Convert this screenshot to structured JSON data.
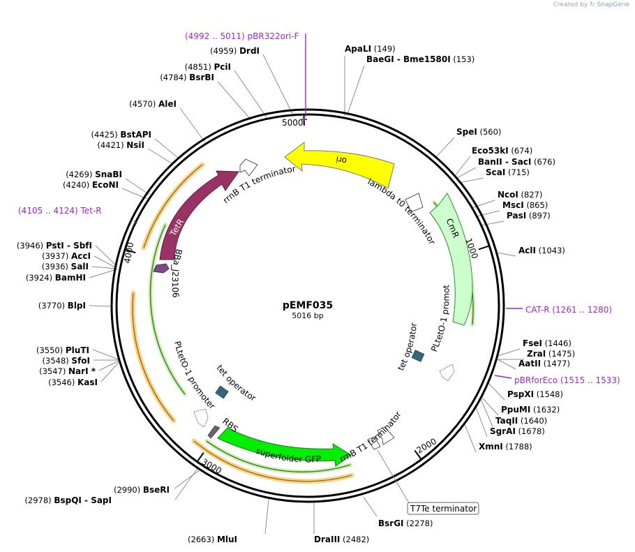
{
  "credit": {
    "prefix": "Created by",
    "brand": "SnapGene"
  },
  "plasmid": {
    "name": "pEMF035",
    "length_label": "5016 bp"
  },
  "ticks": [
    {
      "label": "1000"
    },
    {
      "label": "2000"
    },
    {
      "label": "3000"
    },
    {
      "label": "4000"
    },
    {
      "label": "5000"
    }
  ],
  "primers": [
    {
      "name": "pBR322ori-F",
      "range": "(4992 .. 5011)"
    },
    {
      "name": "Tet-R",
      "range": "(4105 .. 4124)"
    },
    {
      "name": "CAT-R",
      "range": "(1261 .. 1280)"
    },
    {
      "name": "pBRforEco",
      "range": "(1515 .. 1533)"
    }
  ],
  "sites": [
    {
      "name": "ApaLI",
      "pos": "(149)"
    },
    {
      "name": "BaeGI",
      "extra": "Bme1580I",
      "pos": "(153)"
    },
    {
      "name": "SpeI",
      "pos": "(560)"
    },
    {
      "name": "Eco53kI",
      "pos": "(674)"
    },
    {
      "name": "BanII",
      "extra": "SacI",
      "pos": "(676)"
    },
    {
      "name": "ScaI",
      "pos": "(715)"
    },
    {
      "name": "NcoI",
      "pos": "(827)"
    },
    {
      "name": "MscI",
      "pos": "(865)"
    },
    {
      "name": "PasI",
      "pos": "(897)"
    },
    {
      "name": "AclI",
      "pos": "(1043)"
    },
    {
      "name": "FseI",
      "pos": "(1446)"
    },
    {
      "name": "ZraI",
      "pos": "(1475)"
    },
    {
      "name": "AatII",
      "pos": "(1477)"
    },
    {
      "name": "PspXI",
      "pos": "(1548)"
    },
    {
      "name": "PpuMI",
      "pos": "(1632)"
    },
    {
      "name": "TaqII",
      "pos": "(1640)"
    },
    {
      "name": "SgrAI",
      "pos": "(1678)"
    },
    {
      "name": "XmnI",
      "pos": "(1788)"
    },
    {
      "name": "BsrGI",
      "pos": "(2278)"
    },
    {
      "name": "DraIII",
      "pos": "(2482)"
    },
    {
      "name": "MluI",
      "pos": "(2663)"
    },
    {
      "name": "BseRI",
      "pos": "(2990)"
    },
    {
      "name": "BspQI",
      "extra": "SapI",
      "pos": "(2978)"
    },
    {
      "name": "KasI",
      "pos": "(3546)"
    },
    {
      "name": "NarI *",
      "pos": "(3547)"
    },
    {
      "name": "SfoI",
      "pos": "(3548)"
    },
    {
      "name": "PluTI",
      "pos": "(3550)"
    },
    {
      "name": "BlpI",
      "pos": "(3770)"
    },
    {
      "name": "BamHI",
      "pos": "(3924)"
    },
    {
      "name": "SalI",
      "pos": "(3936)"
    },
    {
      "name": "AccI",
      "pos": "(3937)"
    },
    {
      "name": "PstI",
      "extra": "SbfI",
      "pos": "(3946)"
    },
    {
      "name": "EcoNI",
      "pos": "(4240)"
    },
    {
      "name": "SnaBI",
      "pos": "(4269)"
    },
    {
      "name": "NsiI",
      "pos": "(4421)"
    },
    {
      "name": "BstAPI",
      "pos": "(4425)"
    },
    {
      "name": "AleI",
      "pos": "(4570)"
    },
    {
      "name": "BsrBI",
      "pos": "(4784)"
    },
    {
      "name": "PciI",
      "pos": "(4851)"
    },
    {
      "name": "DrdI",
      "pos": "(4959)"
    }
  ],
  "features": [
    {
      "name": "ori"
    },
    {
      "name": "lambda t0 terminator"
    },
    {
      "name": "CmR"
    },
    {
      "name": "PLtetO-1 promoter"
    },
    {
      "name": "tet operator"
    },
    {
      "name": "rrnB T1 terminator"
    },
    {
      "name": "T7Te terminator"
    },
    {
      "name": "superfolder GFP"
    },
    {
      "name": "RBS"
    },
    {
      "name": "tet operator"
    },
    {
      "name": "PLtetO-1 promoter"
    },
    {
      "name": "BBa_J23106"
    },
    {
      "name": "TetR"
    },
    {
      "name": "rrnB T1 terminator"
    }
  ],
  "colors": {
    "ori": "#ffff00",
    "cmr": "#ccffcc",
    "gfp": "#00ee00",
    "tetr": "#993366",
    "operator": "#336677",
    "primer": "#a125d0",
    "orf_outer": "#f5d48e",
    "orf_inner": "#cdeeb5"
  }
}
